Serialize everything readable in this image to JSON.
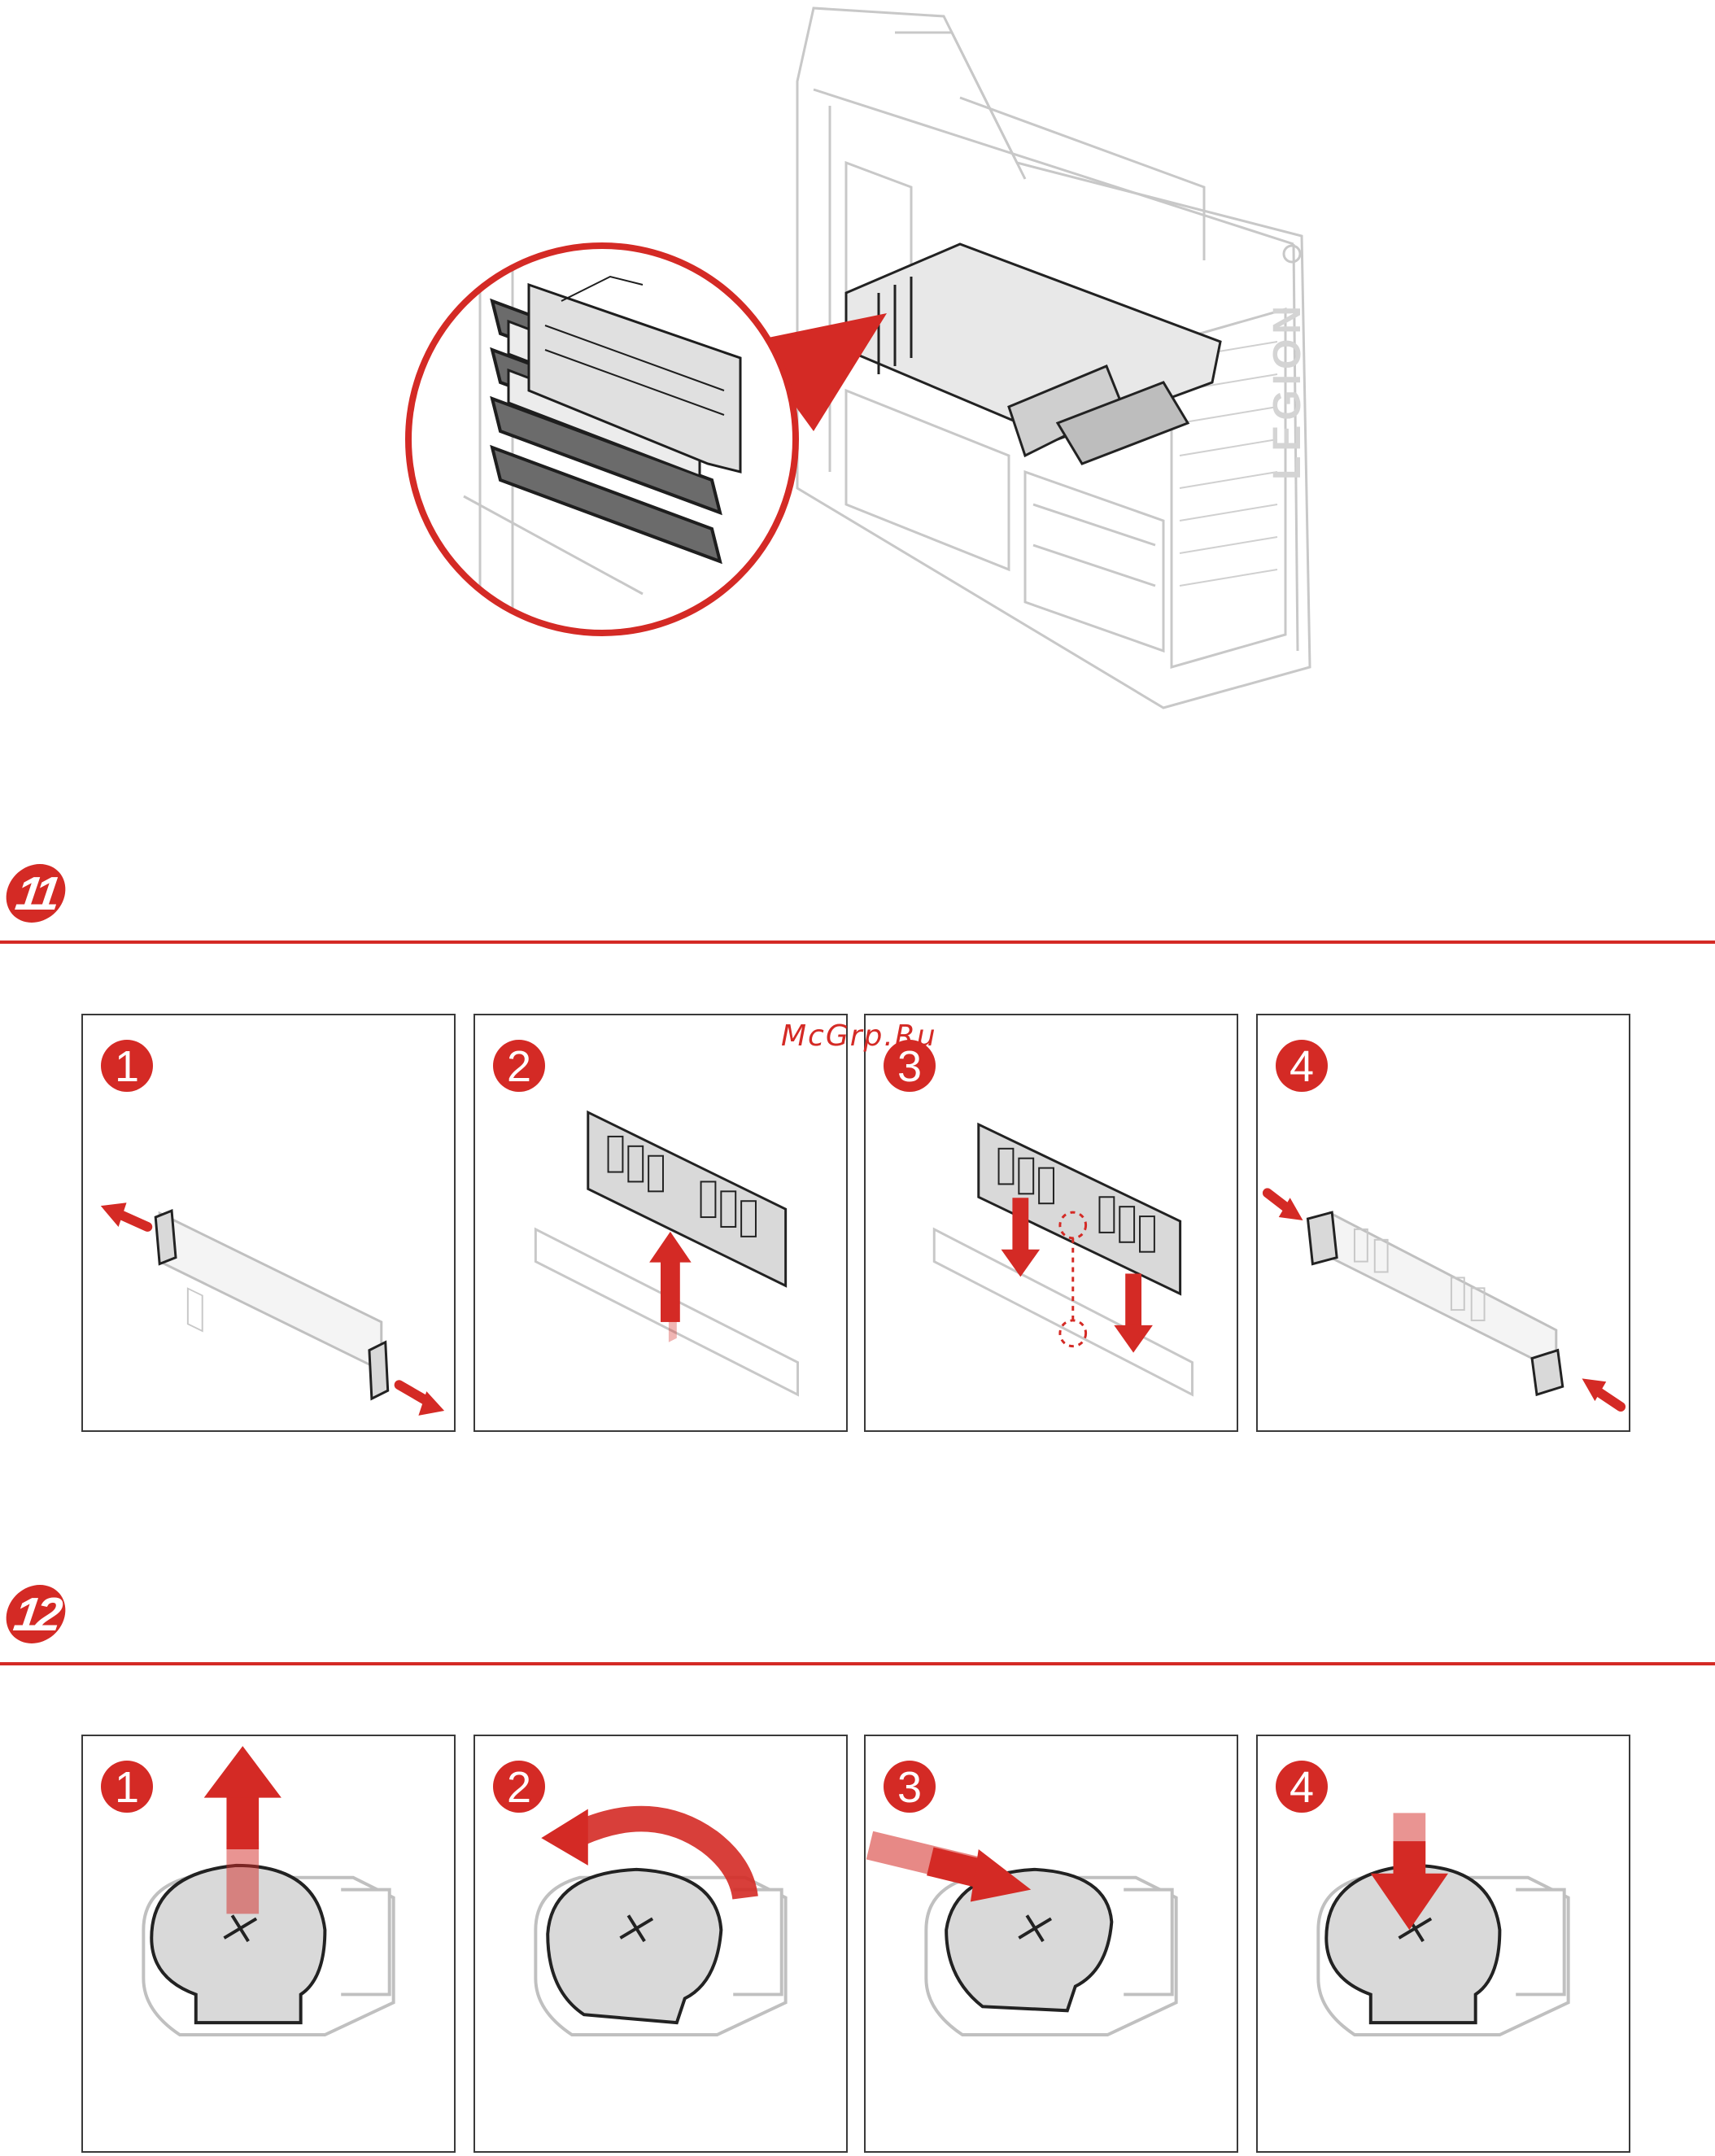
{
  "watermark": "McGrp.Ru",
  "colors": {
    "accent": "#d42a25",
    "line": "#3a3a3a",
    "light_line": "#c8c8c8",
    "fill_gray": "#d9d9d9"
  },
  "brand_on_case": "LEGION",
  "steps": [
    {
      "number": "11",
      "panels": [
        {
          "label": "1",
          "icon": "memory-latch-open-icon"
        },
        {
          "label": "2",
          "icon": "memory-remove-icon"
        },
        {
          "label": "3",
          "icon": "memory-align-icon"
        },
        {
          "label": "4",
          "icon": "memory-latch-close-icon"
        }
      ]
    },
    {
      "number": "12",
      "panels": [
        {
          "label": "1",
          "icon": "battery-lift-icon"
        },
        {
          "label": "2",
          "icon": "battery-rotate-icon"
        },
        {
          "label": "3",
          "icon": "battery-insert-icon"
        },
        {
          "label": "4",
          "icon": "battery-press-icon"
        }
      ]
    }
  ]
}
